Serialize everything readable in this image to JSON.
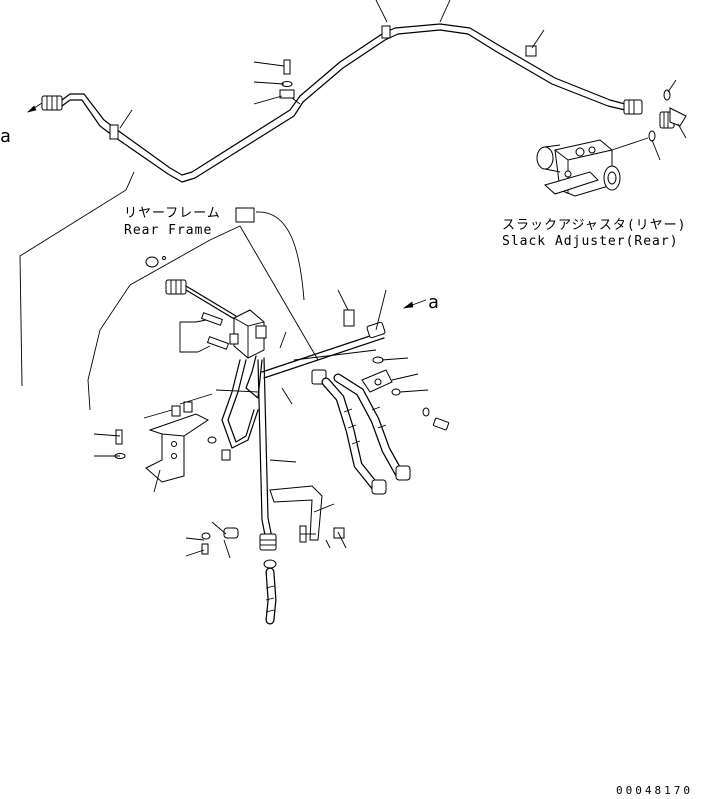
{
  "labels": {
    "rear_frame_jp": "リヤーフレーム",
    "rear_frame_en": "Rear Frame",
    "slack_adjuster_jp": "スラックアジャスタ(リヤー)",
    "slack_adjuster_en": "Slack Adjuster(Rear)",
    "ref_a_left": "a",
    "ref_a_right": "a",
    "drawing_code": "00048170"
  }
}
